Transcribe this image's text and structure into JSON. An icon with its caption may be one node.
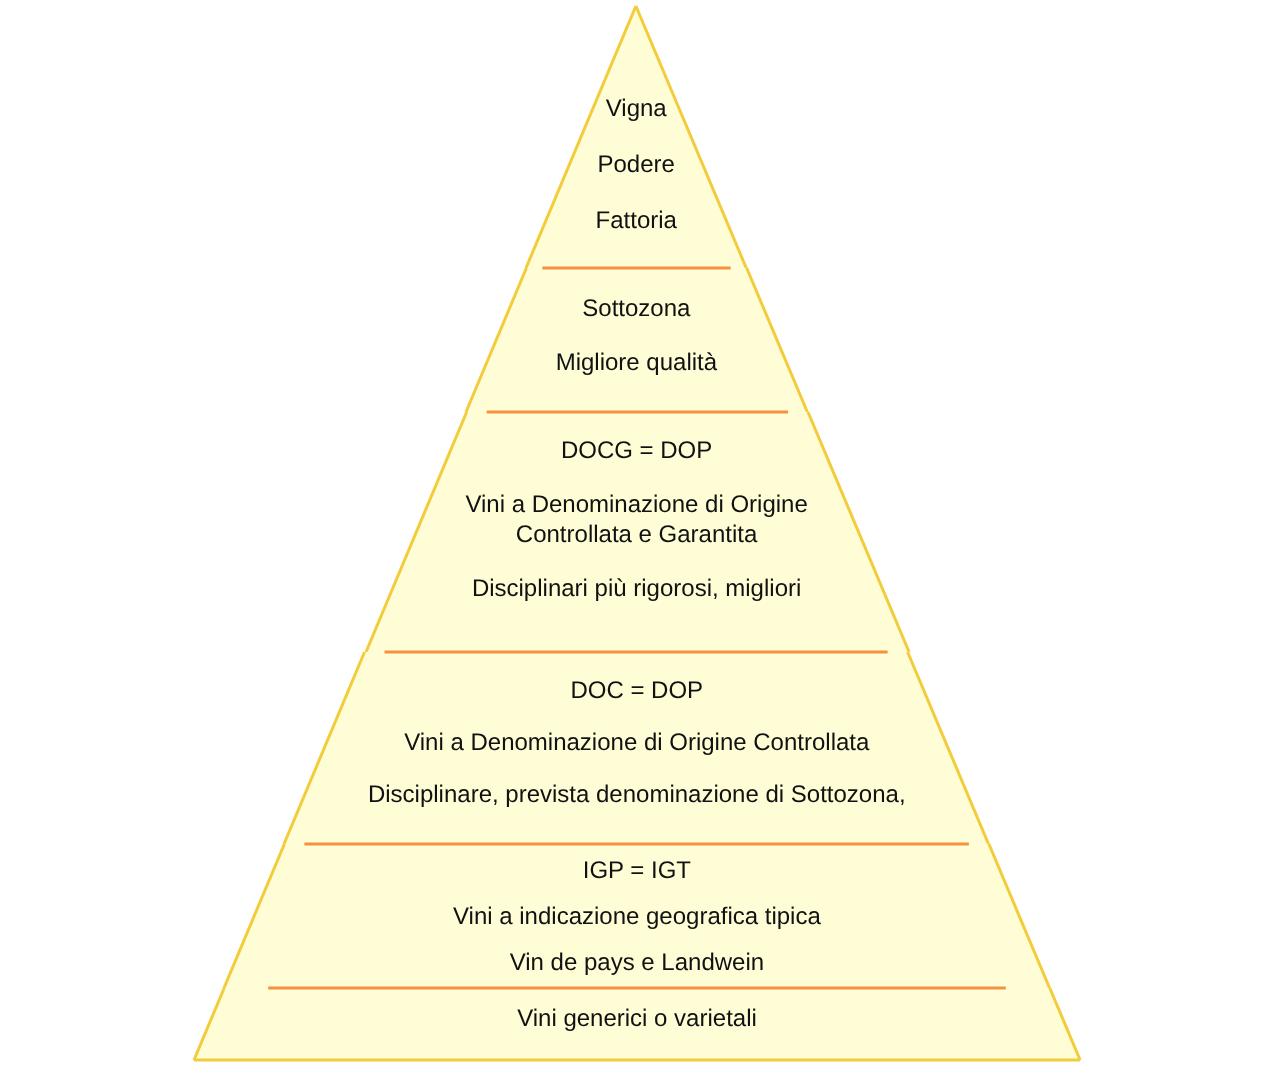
{
  "diagram": {
    "nodes": [
      {
        "text": [
          "Vigna",
          "Podere",
          "Fattoria"
        ]
      },
      {
        "text": [
          "Sottozona",
          "Migliore qualità"
        ]
      },
      {
        "text": [
          "DOCG = DOP",
          "Vini a Denominazione di Origine Controllata e Garantita",
          "Disciplinari più rigorosi, migliori"
        ]
      },
      {
        "text": [
          "DOC = DOP",
          "Vini a Denominazione di Origine Controllata",
          "Disciplinare, prevista denominazione di Sottozona,"
        ]
      },
      {
        "text": [
          "IGP = IGT",
          "Vini a indicazione geografica tipica",
          "Vin de pays e Landwein"
        ]
      },
      {
        "text": [
          "Vini generici o varietali"
        ]
      }
    ],
    "edges": []
  }
}
